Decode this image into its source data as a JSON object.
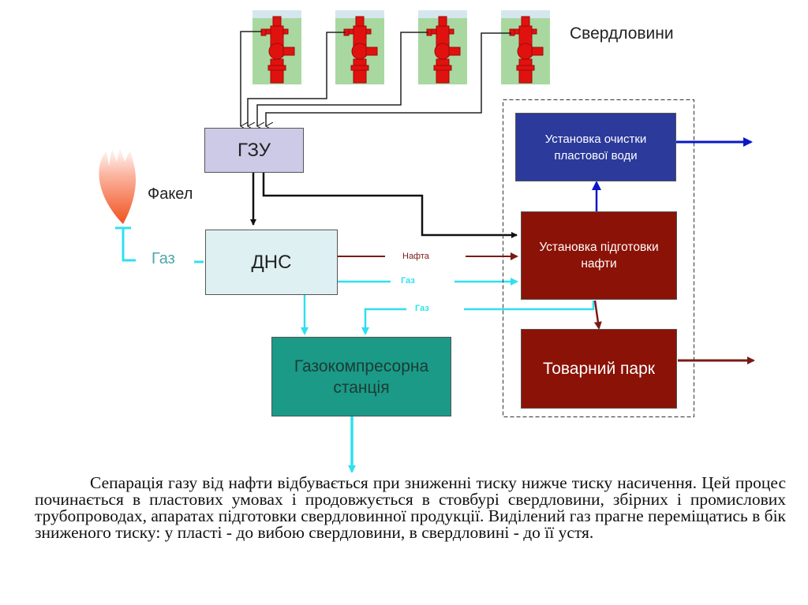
{
  "diagram": {
    "wells_label": "Свердловини",
    "wells": [
      {
        "name": "well-1"
      },
      {
        "name": "well-2"
      },
      {
        "name": "well-3"
      },
      {
        "name": "well-4"
      }
    ],
    "nodes": {
      "gzu": {
        "label": "ГЗУ",
        "color": "#cccae6"
      },
      "dns": {
        "label": "ДНС",
        "color": "#dff0f3"
      },
      "gks": {
        "label_line1": "Газокомпресорна",
        "label_line2": "станція",
        "color": "#1a9a87"
      },
      "water_treatment": {
        "label_line1": "Установка очистки",
        "label_line2": "пластової води",
        "color": "#2b3a9b"
      },
      "oil_treatment": {
        "label_line1": "Установка підготовки",
        "label_line2": "нафти",
        "color": "#8b1206"
      },
      "tank_farm": {
        "label": "Товарний парк",
        "color": "#8b1206"
      }
    },
    "flare_label": "Факел",
    "flow_labels": {
      "gas_to_flare": "Газ",
      "oil": "Нафта",
      "gas_to_oil_treatment": "Газ",
      "gas_return": "Газ"
    },
    "colors": {
      "oil_line": "#7a1a14",
      "gas_line": "#2fe0ee",
      "water_line": "#0a17c8",
      "well_line": "#222222"
    }
  },
  "paragraph": {
    "text": "Сепарація газу від нафти відбувається при зниженні тиску нижче тиску насичення. Цей процес починається в пластових умовах і продовжується в стовбурі свердловини, збірних і промислових трубопроводах, апаратах підготовки свердловинної продукції. Виділений газ прагне переміщатись в бік зниженого тиску: у пласті - до вибою свердловини, в свердловині - до її устя."
  }
}
